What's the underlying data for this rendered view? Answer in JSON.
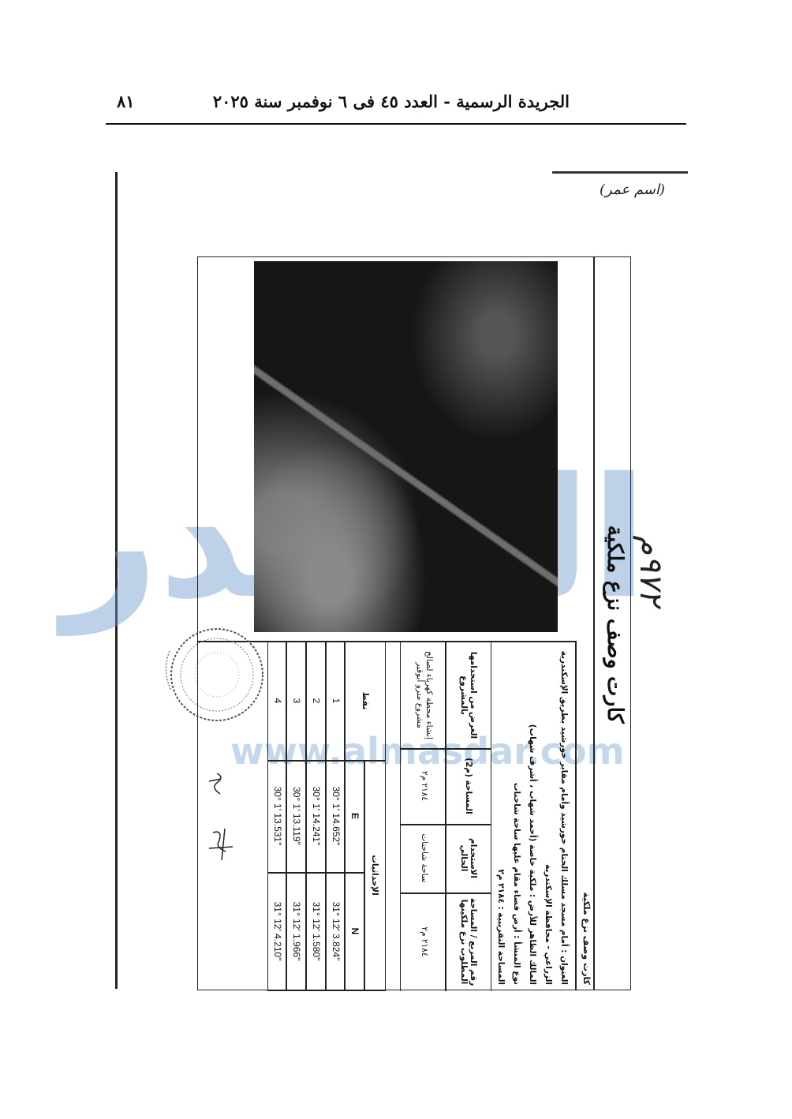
{
  "header": {
    "title": "الجريدة الرسمية - العدد ٤٥ فى ٦ نوفمبر سنة ٢٠٢٥",
    "page_number": "٨١"
  },
  "handwriting": {
    "top_note": "(اسم عمر)",
    "card_number": "٩٧٢م"
  },
  "card": {
    "title": "كارت وصف نزع ملكية",
    "subtitle": "كارت وصف نزع ملكية",
    "info_lines": [
      "العنوان : أمام مسجد مسلك الختام خورشيد وأمام مقابر خورشيد بطريق الإسكندرية",
      "الزراعي - محافظة الإسكندرية",
      "المالك الظاهر للأرض : ملكية خاصة (أحمد شهاب ، أشرف شهاب)",
      "نوع المنشأ : أرض فضاء مقام عليها ساحة شاحنات",
      "المساحة التقريبية : ٢١٨٤ م٢"
    ],
    "summary_table": {
      "headers": [
        "رقم المربع / المساحة المطلوب نزع ملكيتها",
        "الاستخدام الحالي",
        "المساحة (م2)",
        "الغرض من استخدامها بالمشروع"
      ],
      "row": [
        "٢١٨٤ م٢",
        "ساحة شاحنات",
        "٢١٨٤ م٢",
        "إنشاء محطة كهرباء لصالح مشروع مترو أبوقير"
      ]
    },
    "coords_table": {
      "points_header": "نقط",
      "coords_header": "الإحداثيات",
      "e_header": "E",
      "n_header": "N",
      "rows": [
        {
          "point": "1",
          "e": "30° 1' 14.652\"",
          "n": "31° 12' 3.824\""
        },
        {
          "point": "2",
          "e": "30° 1' 14.241\"",
          "n": "31° 12' 1.580\""
        },
        {
          "point": "3",
          "e": "30° 1' 13.119\"",
          "n": "31° 12' 1.966\""
        },
        {
          "point": "4",
          "e": "30° 1' 13.531\"",
          "n": "31° 12' 4.210\""
        }
      ]
    }
  },
  "watermark": {
    "logo": "المصدر",
    "url": "www.almasdar.com"
  }
}
